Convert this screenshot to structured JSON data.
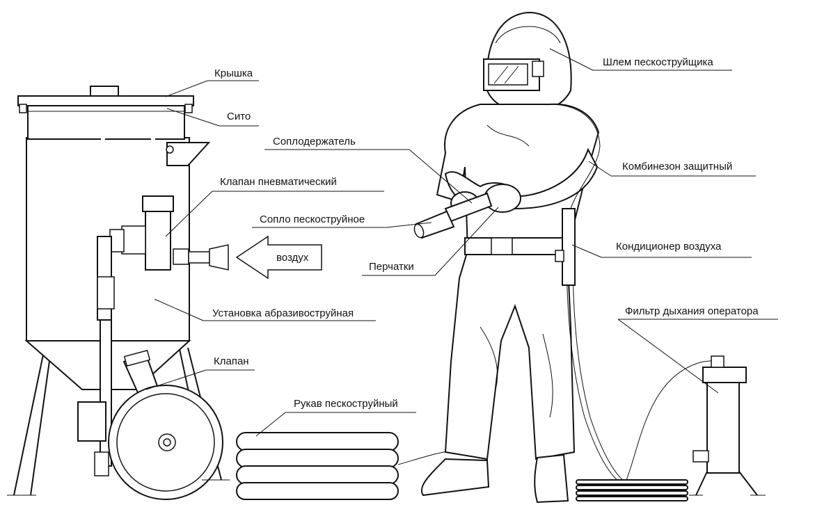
{
  "labels": {
    "lid": "Крышка",
    "sieve": "Сито",
    "pneumatic_valve": "Клапан пневматический",
    "nozzle_holder": "Сопло­держатель",
    "nozzle": "Сопло пескоструйное",
    "air": "воздух",
    "gloves": "Перчатки",
    "blaster": "Установка абразивоструйная",
    "valve": "Клапан",
    "hose": "Рукав пескоструйный",
    "helmet": "Шлем пескоструйщика",
    "suit": "Комбинезон защитный",
    "air_conditioner": "Кондиционер воздуха",
    "breathing_filter": "Фильтр дыхания оператора"
  }
}
